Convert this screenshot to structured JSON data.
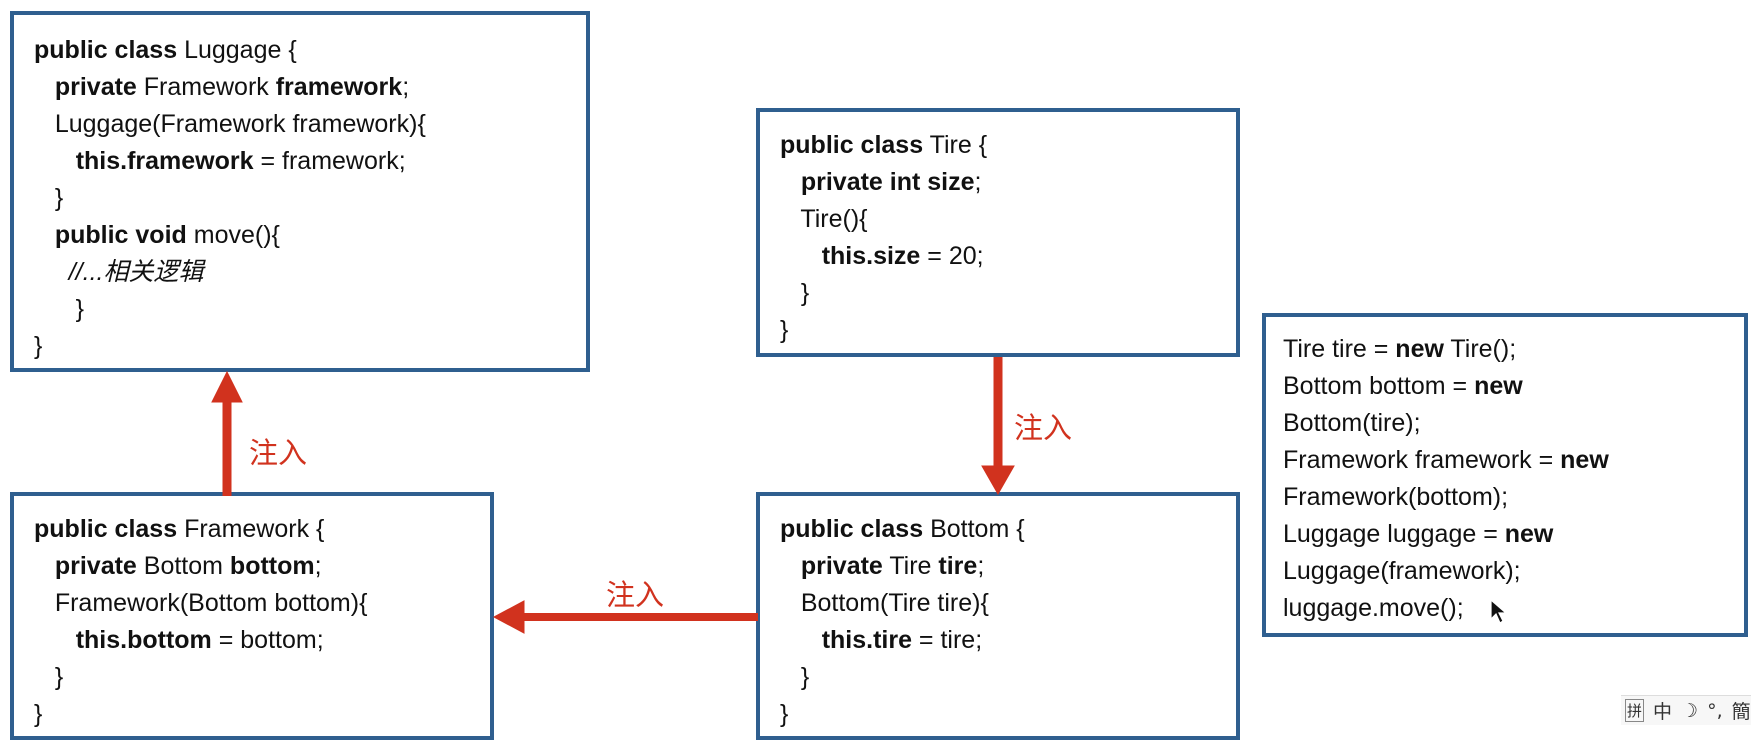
{
  "boxes": {
    "luggage": {
      "lines": [
        [
          {
            "t": "public class",
            "b": true
          },
          {
            "t": " Luggage {"
          }
        ],
        [
          {
            "t": "   "
          },
          {
            "t": "private",
            "b": true
          },
          {
            "t": " Framework "
          },
          {
            "t": "framework",
            "b": true
          },
          {
            "t": ";"
          }
        ],
        [
          {
            "t": "   Luggage(Framework framework){"
          }
        ],
        [
          {
            "t": "      "
          },
          {
            "t": "this.framework",
            "b": true
          },
          {
            "t": " = framework;"
          }
        ],
        [
          {
            "t": "   }"
          }
        ],
        [
          {
            "t": "   "
          },
          {
            "t": "public void",
            "b": true
          },
          {
            "t": " move(){"
          }
        ],
        [
          {
            "t": "     //...相关逻辑",
            "i": true
          }
        ],
        [
          {
            "t": "      }"
          }
        ],
        [
          {
            "t": "}"
          }
        ]
      ]
    },
    "tire": {
      "lines": [
        [
          {
            "t": "public class",
            "b": true
          },
          {
            "t": " Tire {"
          }
        ],
        [
          {
            "t": "   "
          },
          {
            "t": "private int size",
            "b": true
          },
          {
            "t": ";"
          }
        ],
        [
          {
            "t": "   Tire(){"
          }
        ],
        [
          {
            "t": "      "
          },
          {
            "t": "this.size",
            "b": true
          },
          {
            "t": " = 20;"
          }
        ],
        [
          {
            "t": "   }"
          }
        ],
        [
          {
            "t": "}"
          }
        ]
      ]
    },
    "framework": {
      "lines": [
        [
          {
            "t": "public class",
            "b": true
          },
          {
            "t": " Framework {"
          }
        ],
        [
          {
            "t": "   "
          },
          {
            "t": "private",
            "b": true
          },
          {
            "t": " Bottom "
          },
          {
            "t": "bottom",
            "b": true
          },
          {
            "t": ";"
          }
        ],
        [
          {
            "t": "   Framework(Bottom bottom){"
          }
        ],
        [
          {
            "t": "      "
          },
          {
            "t": "this.bottom",
            "b": true
          },
          {
            "t": " = bottom;"
          }
        ],
        [
          {
            "t": "   }"
          }
        ],
        [
          {
            "t": "}"
          }
        ]
      ]
    },
    "bottom": {
      "lines": [
        [
          {
            "t": "public class",
            "b": true
          },
          {
            "t": " Bottom {"
          }
        ],
        [
          {
            "t": "   "
          },
          {
            "t": "private",
            "b": true
          },
          {
            "t": " Tire "
          },
          {
            "t": "tire",
            "b": true
          },
          {
            "t": ";"
          }
        ],
        [
          {
            "t": "   Bottom(Tire tire){"
          }
        ],
        [
          {
            "t": "      "
          },
          {
            "t": "this.tire",
            "b": true
          },
          {
            "t": " = tire;"
          }
        ],
        [
          {
            "t": "   }"
          }
        ],
        [
          {
            "t": "}"
          }
        ]
      ]
    },
    "main": {
      "lines": [
        [
          {
            "t": "Tire tire = "
          },
          {
            "t": "new",
            "b": true
          },
          {
            "t": " Tire();"
          }
        ],
        [
          {
            "t": "Bottom bottom = "
          },
          {
            "t": "new",
            "b": true
          }
        ],
        [
          {
            "t": "Bottom(tire);"
          }
        ],
        [
          {
            "t": "Framework framework = "
          },
          {
            "t": "new",
            "b": true
          }
        ],
        [
          {
            "t": "Framework(bottom);"
          }
        ],
        [
          {
            "t": "Luggage luggage = "
          },
          {
            "t": "new",
            "b": true
          }
        ],
        [
          {
            "t": "Luggage(framework);"
          }
        ],
        [
          {
            "t": "luggage.move();"
          }
        ]
      ]
    }
  },
  "arrows": {
    "framework_to_luggage": "注入",
    "tire_to_bottom": "注入",
    "bottom_to_framework": "注入"
  },
  "ime_toolbar": {
    "items": [
      "拼",
      "中",
      "☽",
      "°,",
      "簡"
    ]
  },
  "colors": {
    "box_border": "#2f5f8f",
    "arrow": "#d1321e"
  }
}
